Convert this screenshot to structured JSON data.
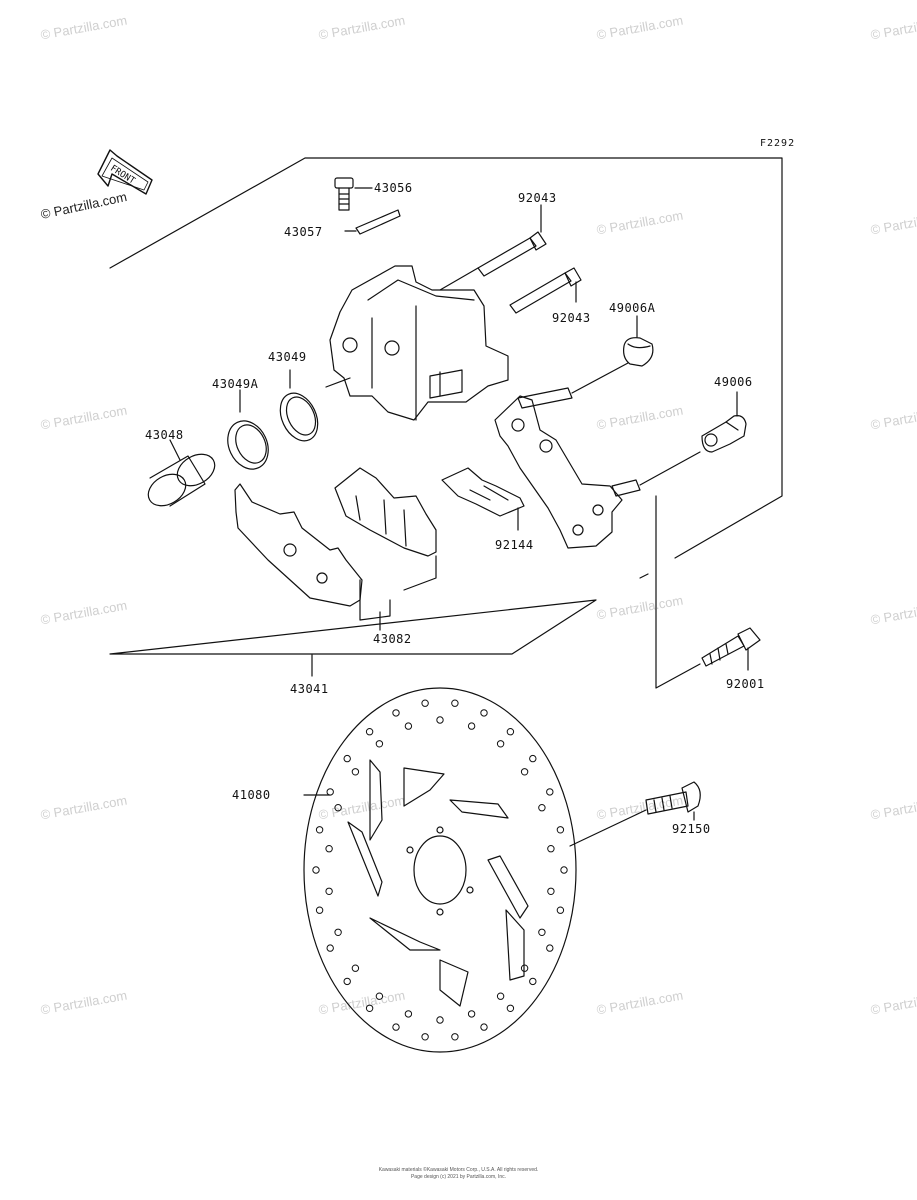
{
  "diagram": {
    "code": "F2292",
    "brand_watermark": "© Partzilla.com",
    "front_label": "FRONT",
    "parts": [
      {
        "id": "43056",
        "label": "43056"
      },
      {
        "id": "43057",
        "label": "43057"
      },
      {
        "id": "92043a",
        "label": "92043"
      },
      {
        "id": "92043b",
        "label": "92043"
      },
      {
        "id": "49006A",
        "label": "49006A"
      },
      {
        "id": "43049",
        "label": "43049"
      },
      {
        "id": "43049A",
        "label": "43049A"
      },
      {
        "id": "49006",
        "label": "49006"
      },
      {
        "id": "43048",
        "label": "43048"
      },
      {
        "id": "92144",
        "label": "92144"
      },
      {
        "id": "43082",
        "label": "43082"
      },
      {
        "id": "92001",
        "label": "92001"
      },
      {
        "id": "43041",
        "label": "43041"
      },
      {
        "id": "41080",
        "label": "41080"
      },
      {
        "id": "92150",
        "label": "92150"
      }
    ],
    "copyright_line1": "Kawasaki materials ©Kawasaki Motors Corp., U.S.A. All rights reserved.",
    "copyright_line2": "Page design (c) 2021 by Partzilla.com, Inc."
  }
}
